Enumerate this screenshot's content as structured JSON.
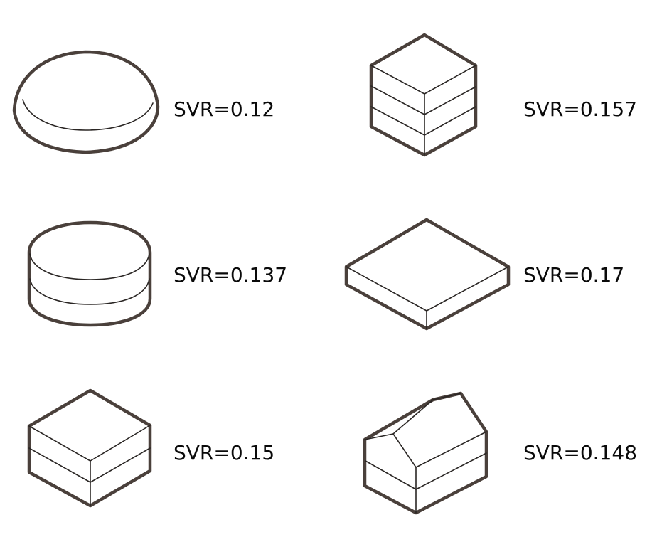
{
  "figures": [
    {
      "id": "dome",
      "svr_label": "SVR=0.12"
    },
    {
      "id": "cylinder",
      "svr_label": "SVR=0.137"
    },
    {
      "id": "cube-two-storey",
      "svr_label": "SVR=0.15"
    },
    {
      "id": "cube-three-storey",
      "svr_label": "SVR=0.157"
    },
    {
      "id": "flat-slab",
      "svr_label": "SVR=0.17"
    },
    {
      "id": "gabled-house",
      "svr_label": "SVR=0.148"
    }
  ],
  "colors": {
    "outline": "#4a403b",
    "inner_line": "#2a2624",
    "text": "#0a0a0a",
    "background": "#ffffff"
  }
}
